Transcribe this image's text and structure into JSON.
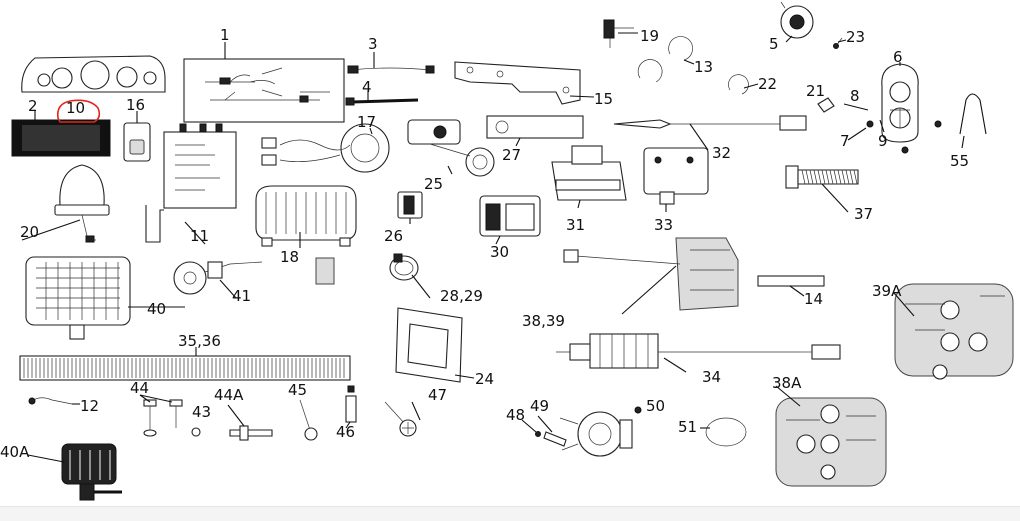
{
  "callouts": {
    "p1": "1",
    "p2": "2",
    "p3": "3",
    "p4": "4",
    "p5": "5",
    "p6": "6",
    "p7": "7",
    "p8": "8",
    "p9": "9",
    "p10": "10",
    "p11": "11",
    "p12": "12",
    "p13": "13",
    "p14": "14",
    "p15": "15",
    "p16": "16",
    "p17": "17",
    "p18": "18",
    "p19": "19",
    "p20": "20",
    "p21": "21",
    "p22": "22",
    "p23": "23",
    "p24": "24",
    "p25": "25",
    "p26": "26",
    "p27": "27",
    "p28_29": "28,29",
    "p30": "30",
    "p31": "31",
    "p32": "32",
    "p33": "33",
    "p34": "34",
    "p35_36": "35,36",
    "p37": "37",
    "p38_39": "38,39",
    "p38a": "38A",
    "p39a": "39A",
    "p40": "40",
    "p40a": "40A",
    "p41": "41",
    "p43": "43",
    "p44": "44",
    "p44a": "44A",
    "p45": "45",
    "p46": "46",
    "p47": "47",
    "p48": "48",
    "p49": "49",
    "p50": "50",
    "p51": "51",
    "p55": "55"
  },
  "colors": {
    "line": "#111111",
    "highlight": "#e0261e",
    "background": "#ffffff"
  }
}
